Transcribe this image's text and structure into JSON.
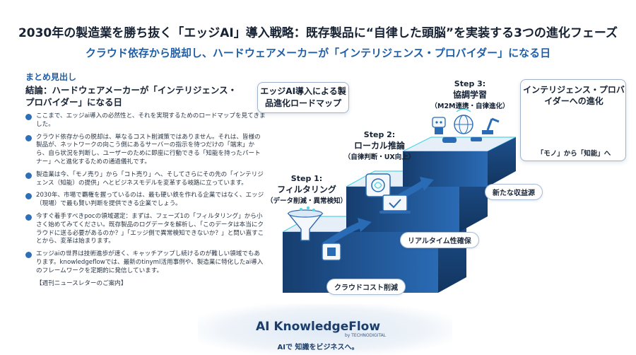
{
  "header": {
    "title": "2030年の製造業を勝ち抜く「エッジAI」導入戦略：既存製品に“自律した頭脳”を実装する3つの進化フェーズ",
    "subtitle": "クラウド依存から脱却し、ハードウェアメーカーが「インテリジェンス・プロバイダー」になる日"
  },
  "summary": {
    "label": "まとめ見出し",
    "heading": "結論：ハードウェアメーカーが「インテリジェンス・プロバイダー」になる日",
    "bullets": [
      "ここまで、エッジai導入の必然性と、それを実現するためのロードマップを見てきました。",
      "クラウド依存からの脱却は、単なるコスト削減策ではありません。それは、皆様の製品が、ネットワークの向こう側にあるサーバーの指示を待つだけの「端末」から、自ら状況を判断し、ユーザーのために即座に行動できる「知能を持ったパートナー」へと進化するための通過儀礼です。",
      "製造業は今、「モノ売り」から「コト売り」へ、そしてさらにその先の「インテリジェンス（知能）の提供」へとビジネスモデルを変革する岐路に立っています。",
      "2030年、市場で覇権を握っているのは、最も硬い鉄を作れる企業ではなく、エッジ（現場）で最も賢い判断を提供できる企業でしょう。",
      "今すぐ着手すべきpocの領域選定：まずは、フェーズ1の「フィルタリング」から小さく始めてみてください。既存製品のログデータを解析し、「このデータは本当にクラウドに送る必要があるのか？」「エッジ側で異常検知できないか？」と問い直すことから、変革は始まります。",
      "エッジaiの世界は技術進歩が速く、キャッチアップし続けるのが難しい領域でもあります。knowledgeflowでは、最新のtinyml活用事例や、製造業に特化したai導入のフレームワークを定期的に発信しています。"
    ],
    "newsletter": "【週刊ニュースレターのご案内】"
  },
  "roadmap": {
    "bubble": "エッジAI導入による製品進化ロードマップ",
    "steps": [
      {
        "step": "Step 1:",
        "name": "フィルタリング",
        "desc": "（データ削減・異常検知）"
      },
      {
        "step": "Step 2:",
        "name": "ローカル推論",
        "desc": "（自律判断・UX向上）"
      },
      {
        "step": "Step 3:",
        "name": "協調学習",
        "desc": "（M2M連携・自律進化）"
      }
    ],
    "tags": [
      "クラウドコスト削減",
      "リアルタイム性確保",
      "新たな収益源"
    ],
    "evolution": {
      "title": "インテリジェンス・プロバイダーへの進化",
      "caption": "「モノ」から「知能」へ"
    }
  },
  "footer": {
    "brand": "AI KnowledgeFlow",
    "by": "by TECHNODIGITAL",
    "tagline": "AIで 知識をビジネスへ。"
  },
  "colors": {
    "accent": "#1f5fa8",
    "step_top": "#e6eef8",
    "step_face": "#2a6bb5",
    "step_dark": "#163d6e",
    "glow": "#4fd4e8"
  }
}
